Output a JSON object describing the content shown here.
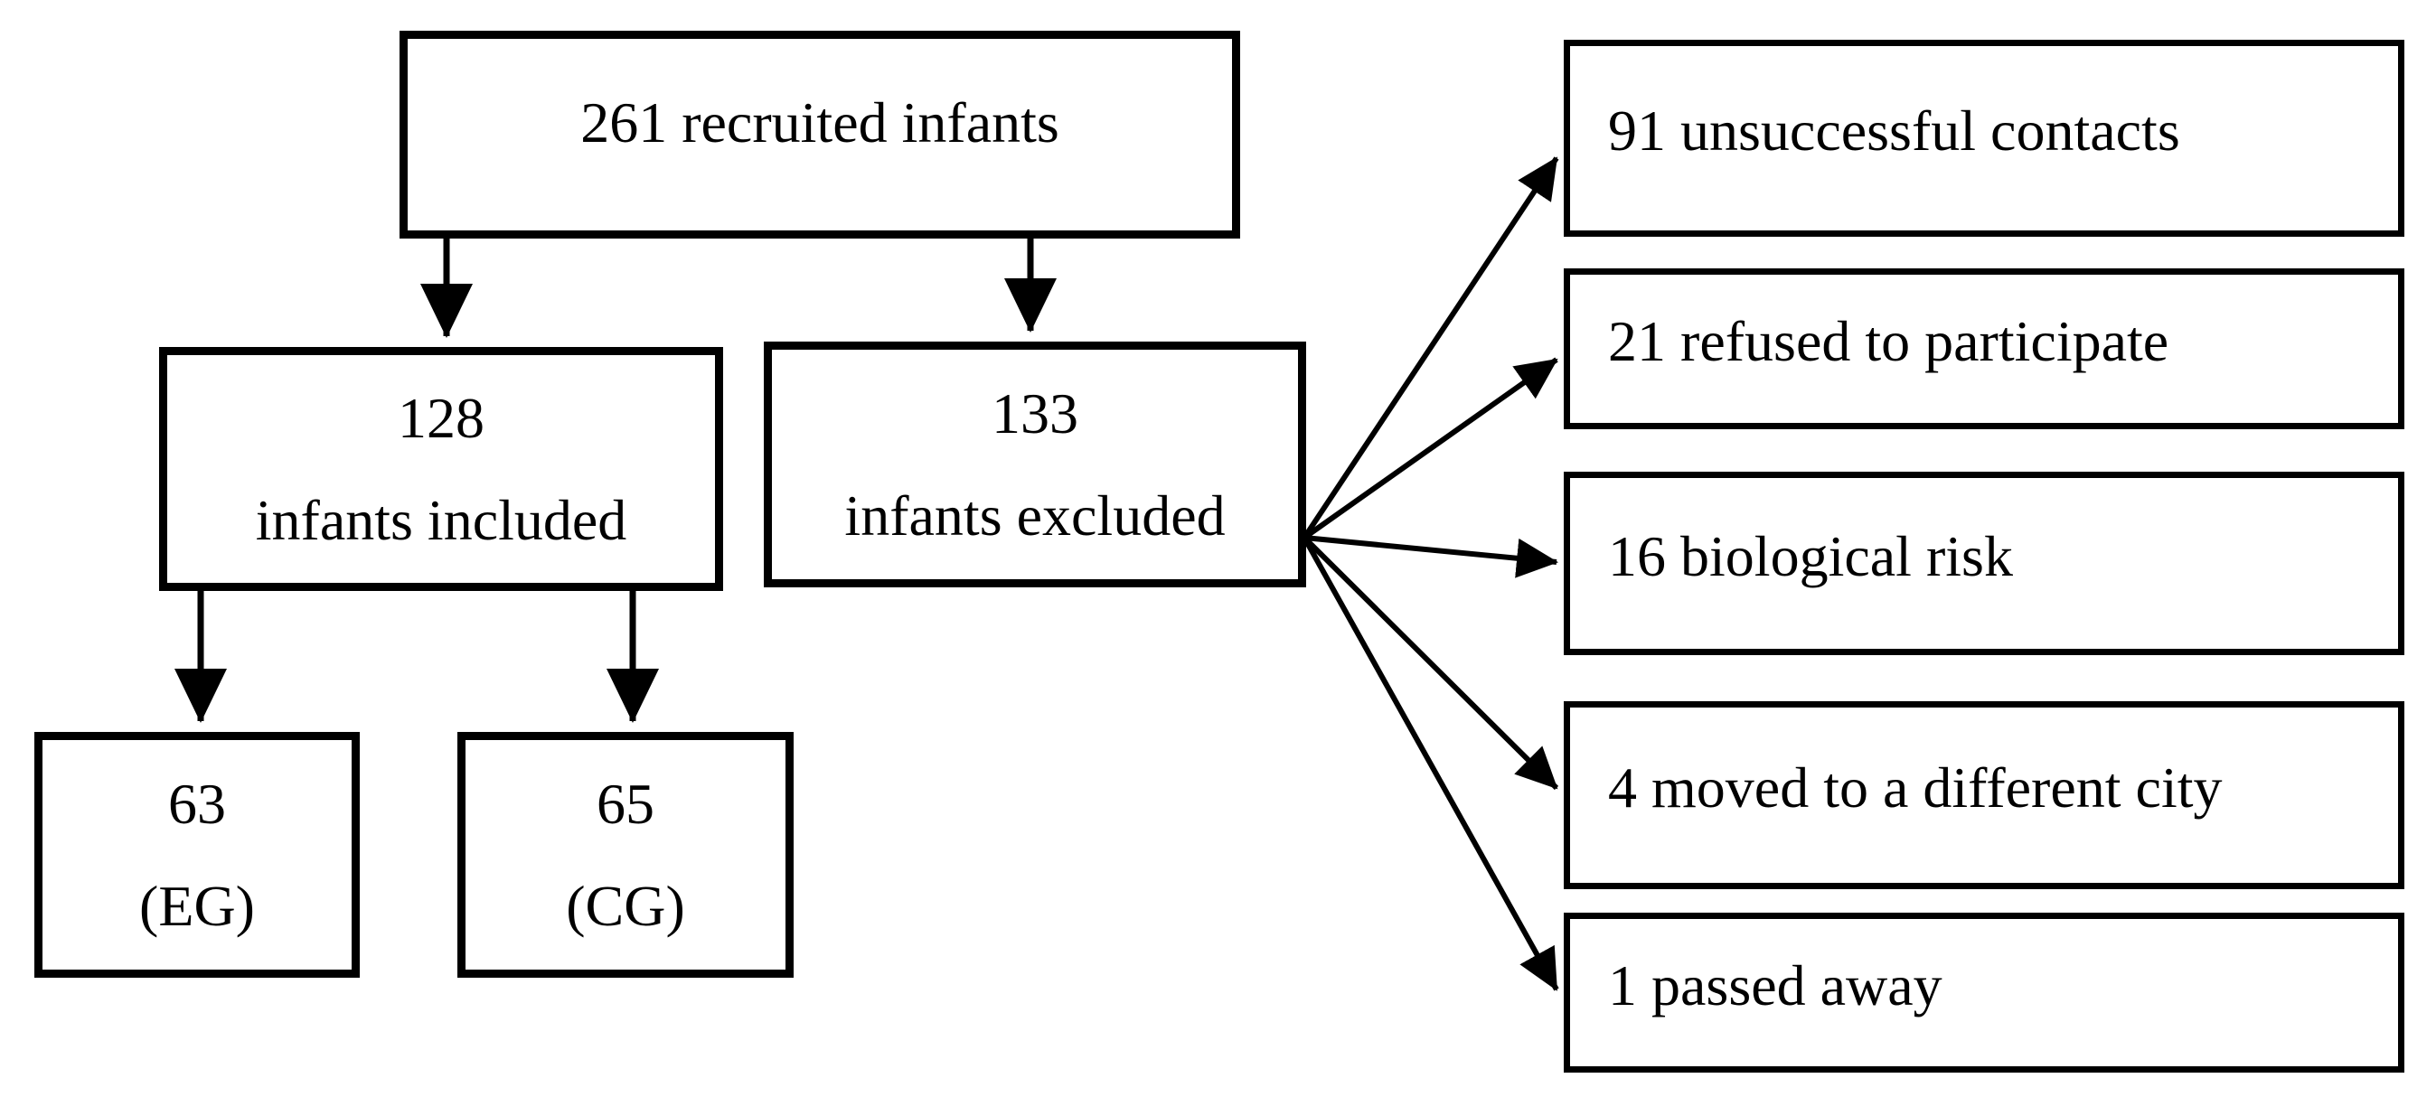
{
  "figure": {
    "type": "flowchart",
    "colors": {
      "line": "#000000",
      "background": "#ffffff",
      "box_fill": "#ffffff"
    },
    "nodes": {
      "recruited": {
        "text": "261 recruited infants"
      },
      "included": {
        "value": "128",
        "label": "infants included"
      },
      "excluded": {
        "value": "133",
        "label": "infants excluded"
      },
      "experimental_group": {
        "value": "63",
        "label": "(EG)"
      },
      "control_group": {
        "value": "65",
        "label": "(CG)"
      },
      "exclusion_reasons": [
        {
          "text": "91 unsuccessful contacts"
        },
        {
          "text": "21 refused to participate"
        },
        {
          "text": "16 biological risk"
        },
        {
          "text": "4 moved to a different city"
        },
        {
          "text": "1 passed away"
        }
      ]
    }
  }
}
